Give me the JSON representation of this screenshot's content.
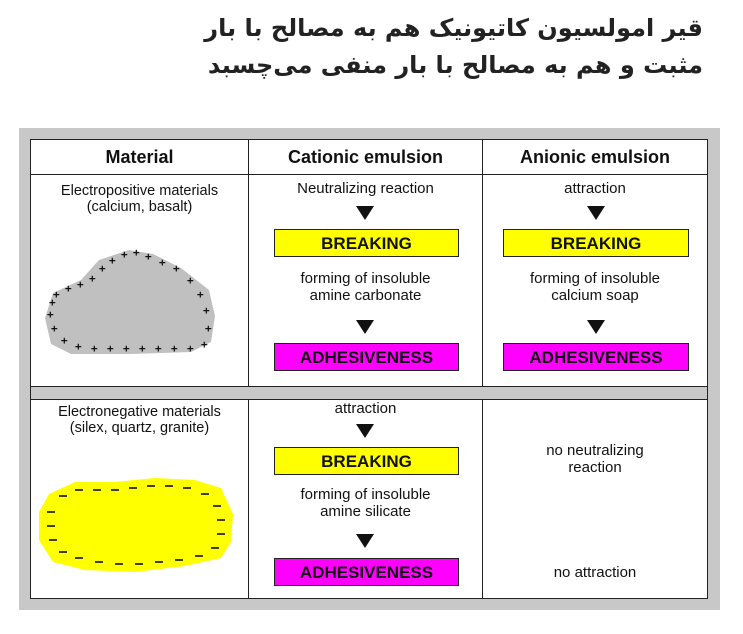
{
  "heading": {
    "line1": "قیر امولسیون کاتیونیک هم به مصالح با بار",
    "line2": "مثبت و هم به مصالح با بار منفی می‌چسبد"
  },
  "table": {
    "headers": [
      "Material",
      "Cationic emulsion",
      "Anionic emulsion"
    ],
    "rows": [
      {
        "material_line1": "Electropositive materials",
        "material_line2": "(calcium, basalt)",
        "cationic": {
          "top": "Neutralizing reaction",
          "box1": "BREAKING",
          "mid_line1": "forming of insoluble",
          "mid_line2": "amine carbonate",
          "box2": "ADHESIVENESS"
        },
        "anionic": {
          "top": "attraction",
          "box1": "BREAKING",
          "mid_line1": "forming of insoluble",
          "mid_line2": "calcium soap",
          "box2": "ADHESIVENESS"
        }
      },
      {
        "material_line1": "Electronegative materials",
        "material_line2": "(silex, quartz, granite)",
        "cationic": {
          "top": "attraction",
          "box1": "BREAKING",
          "mid_line1": "forming of insoluble",
          "mid_line2": "amine silicate",
          "box2": "ADHESIVENESS"
        },
        "anionic": {
          "top_line1": "no neutralizing",
          "top_line2": "reaction",
          "bottom": "no attraction"
        }
      }
    ]
  },
  "colors": {
    "breaking": "#ffff00",
    "adhesiveness": "#ff00ff",
    "positive_particle": "#c0c0c0",
    "negative_particle": "#ffff00"
  },
  "icons": {
    "row1": "positive-charged-particle-icon",
    "row2": "negative-charged-particle-icon"
  }
}
